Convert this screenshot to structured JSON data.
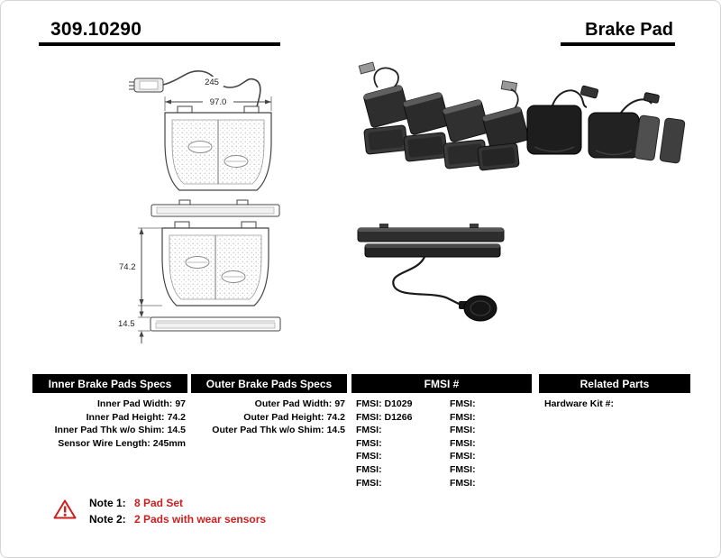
{
  "colors": {
    "accent_red": "#cc1f1f",
    "ink": "#000000",
    "line_art": "#444444"
  },
  "header": {
    "part_number": "309.10290",
    "product_type": "Brake Pad"
  },
  "diagram": {
    "sensor_wire_length": "245",
    "pad_width": "97.0",
    "pad_height": "74.2",
    "pad_thickness": "14.5"
  },
  "tables": {
    "inner": {
      "title": "Inner Brake Pads Specs",
      "rows": [
        {
          "label": "Inner Pad Width:",
          "value": "97"
        },
        {
          "label": "Inner Pad Height:",
          "value": "74.2"
        },
        {
          "label": "Inner Pad Thk w/o Shim:",
          "value": "14.5"
        },
        {
          "label": "Sensor Wire Length:",
          "value": "245mm"
        }
      ]
    },
    "outer": {
      "title": "Outer Brake Pads Specs",
      "rows": [
        {
          "label": "Outer Pad Width:",
          "value": "97"
        },
        {
          "label": "Outer Pad Height:",
          "value": "74.2"
        },
        {
          "label": "Outer Pad Thk w/o Shim:",
          "value": "14.5"
        }
      ]
    },
    "fmsi": {
      "title": "FMSI #",
      "prefix": "FMSI:",
      "left": [
        "D1029",
        "D1266",
        "",
        "",
        "",
        "",
        ""
      ],
      "right": [
        "",
        "",
        "",
        "",
        "",
        "",
        ""
      ]
    },
    "related": {
      "title": "Related Parts",
      "rows": [
        {
          "label": "Hardware Kit #:",
          "value": ""
        }
      ]
    }
  },
  "notes": [
    {
      "label": "Note 1:",
      "text": "8 Pad Set"
    },
    {
      "label": "Note 2:",
      "text": "2 Pads with wear sensors"
    }
  ]
}
